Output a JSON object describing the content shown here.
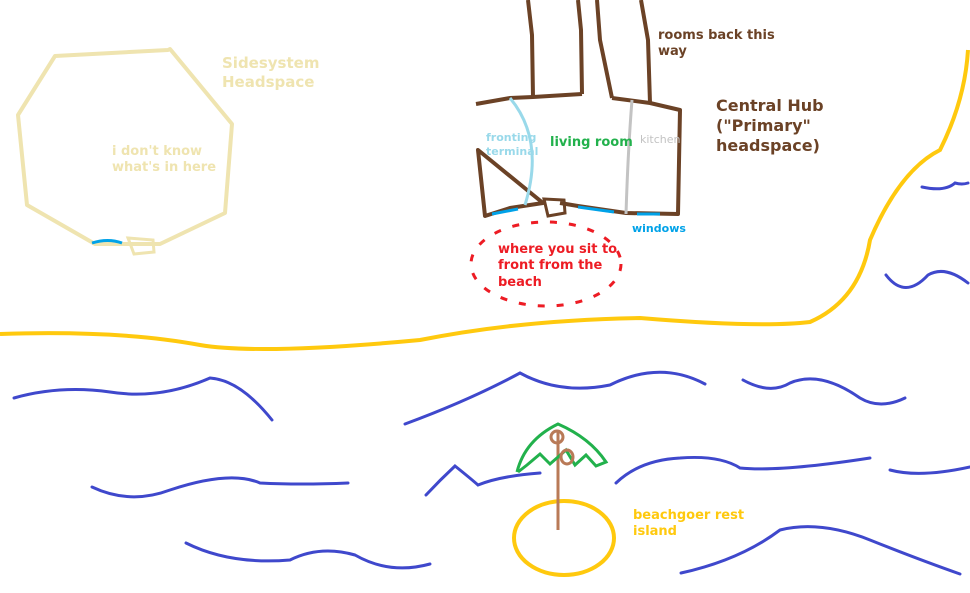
{
  "colors": {
    "sidesystem": "#efe4b0",
    "hub_outline": "#6b4226",
    "living_room": "#22b14c",
    "fronting_terminal": "#99d9ea",
    "kitchen": "#c3c3c3",
    "windows": "#00a2e8",
    "front_seat": "#ed1c24",
    "shoreline": "#ffc90e",
    "waves": "#3f48cc",
    "palm_leaves": "#22b14c",
    "palm_trunk": "#b97a57",
    "island_label": "#ffc90e"
  },
  "labels": {
    "sidesystem_title": "Sidesystem\nHeadspace",
    "sidesystem_note": "i don't know\nwhat's in here",
    "rooms_back": "rooms back this\nway",
    "central_hub": "Central Hub\n(\"Primary\"\nheadspace)",
    "fronting_terminal": "fronting\nterminal",
    "living_room": "living room",
    "kitchen": "kitchen",
    "windows": "windows",
    "front_seat": "where you sit to\nfront from the\nbeach",
    "island": "beachgoer rest\nisland"
  }
}
